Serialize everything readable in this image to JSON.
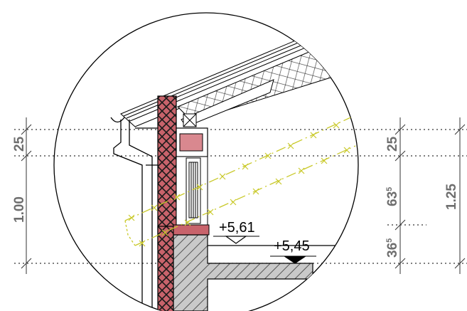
{
  "left_dimensions": {
    "top": "25",
    "bottom": "1.00"
  },
  "right_dimensions": {
    "seg1": "25",
    "seg2_main": "63",
    "seg2_sup": "5",
    "seg3_main": "36",
    "seg3_sup": "5",
    "total": "1.25"
  },
  "levels": {
    "sill": "+5,61",
    "floor": "+5,45"
  },
  "colors": {
    "brick": "#c8636b",
    "lintel_box": "#d9888f",
    "crosshatch_line": "#1a1a1a",
    "dim_text": "#6e6e6e",
    "yellow_line": "#c9c92a",
    "concrete_fill": "#b0b0b0"
  }
}
